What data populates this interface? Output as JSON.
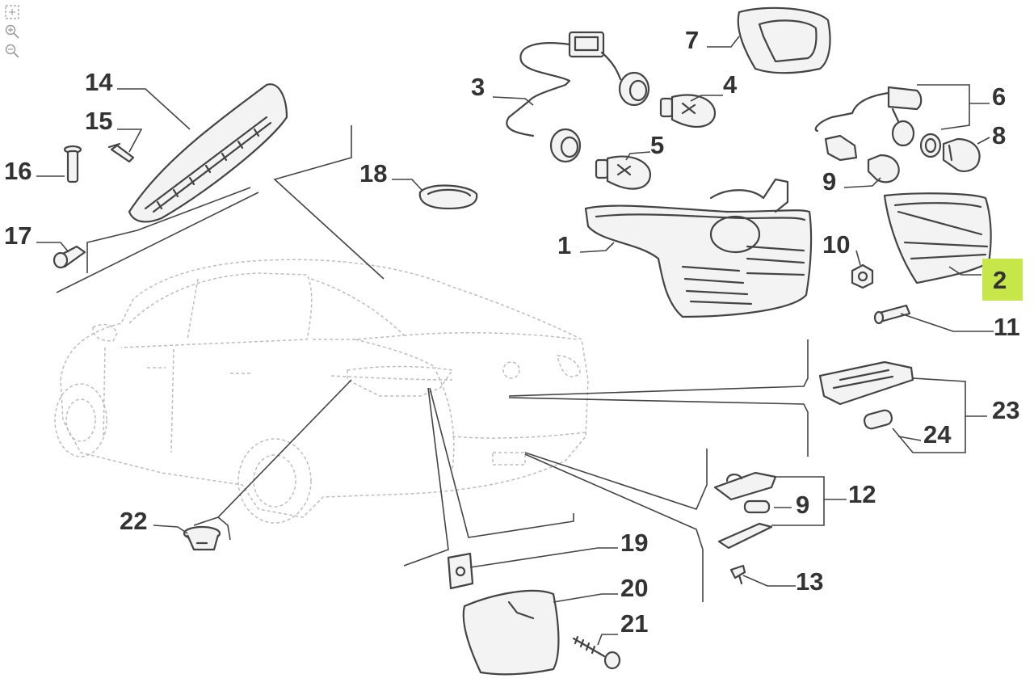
{
  "toolbar": {
    "items": [
      {
        "name": "fit-to-screen",
        "icon": "expand-icon"
      },
      {
        "name": "zoom-in",
        "icon": "zoom-in-icon"
      },
      {
        "name": "zoom-out",
        "icon": "zoom-out-icon"
      }
    ]
  },
  "callouts": [
    "1",
    "2",
    "3",
    "4",
    "5",
    "6",
    "7",
    "8",
    "9",
    "10",
    "11",
    "12",
    "13",
    "14",
    "15",
    "16",
    "17",
    "18",
    "19",
    "20",
    "21",
    "22",
    "23",
    "24"
  ],
  "highlight": {
    "callout": "2",
    "color": "#c6e64a"
  },
  "colors": {
    "stroke": "#444444",
    "callout_text": "#333333",
    "car_outline": "#bdbdbd"
  }
}
